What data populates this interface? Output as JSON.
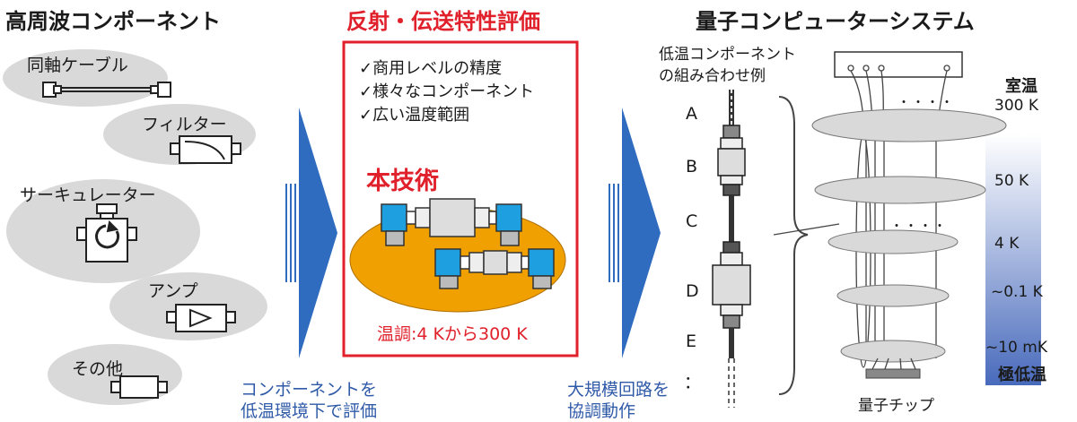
{
  "left": {
    "title": "高周波コンポーネント",
    "items": [
      {
        "label": "同軸ケーブル"
      },
      {
        "label": "フィルター"
      },
      {
        "label": "サーキュレーター"
      },
      {
        "label": "アンプ"
      },
      {
        "label": "その他"
      }
    ],
    "caption_line1": "コンポーネントを",
    "caption_line2": "低温環境下で評価"
  },
  "center": {
    "title": "反射・伝送特性評価",
    "checks": [
      "✓商用レベルの精度",
      "✓様々なコンポーネント",
      "✓広い温度範囲"
    ],
    "tech_label": "本技術",
    "temp_label": "温調:4 Kから300 K",
    "caption_line1": "大規模回路を",
    "caption_line2": "協調動作"
  },
  "right": {
    "title": "量子コンピューターシステム",
    "example_line1": "低温コンポーネント",
    "example_line2": "の組み合わせ例",
    "letters": [
      "A",
      "B",
      "C",
      "D",
      "E",
      "："
    ],
    "dots": "・・・・",
    "temps": [
      "室温",
      "300 K",
      "50 K",
      "4 K",
      "~0.1 K",
      "~10 mK",
      "極低温"
    ],
    "chip_label": "量子チップ"
  },
  "colors": {
    "accent_red": "#e0202a",
    "arrow_blue": "#2f6bbf",
    "caption_blue": "#2f5aa8",
    "orange": "#f0a000",
    "connector_blue": "#1e9fe0",
    "ellipse_gray": "#d9d9d9"
  }
}
